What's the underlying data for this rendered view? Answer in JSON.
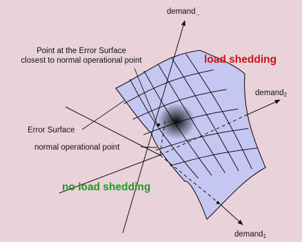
{
  "labels": {
    "demand_dots": {
      "base": "demand",
      "sub": "..."
    },
    "demand_2": {
      "base": "demand",
      "sub": "2"
    },
    "demand_1": {
      "base": "demand",
      "sub": "1"
    },
    "closest_point_line1": "Point at the Error Surface",
    "closest_point_line2": "closest to normal operational point",
    "error_surface": "Error Surface",
    "normal_point": "normal operational point",
    "load_shedding": "load shedding",
    "no_load_shedding": "no load shedding"
  },
  "colors": {
    "background": "#ead2da",
    "surface_fill": "#c6c6f2",
    "grid_lines": "#111111",
    "load_shedding_text": "#cc1111",
    "no_load_shedding_text": "#1f9a1f"
  }
}
